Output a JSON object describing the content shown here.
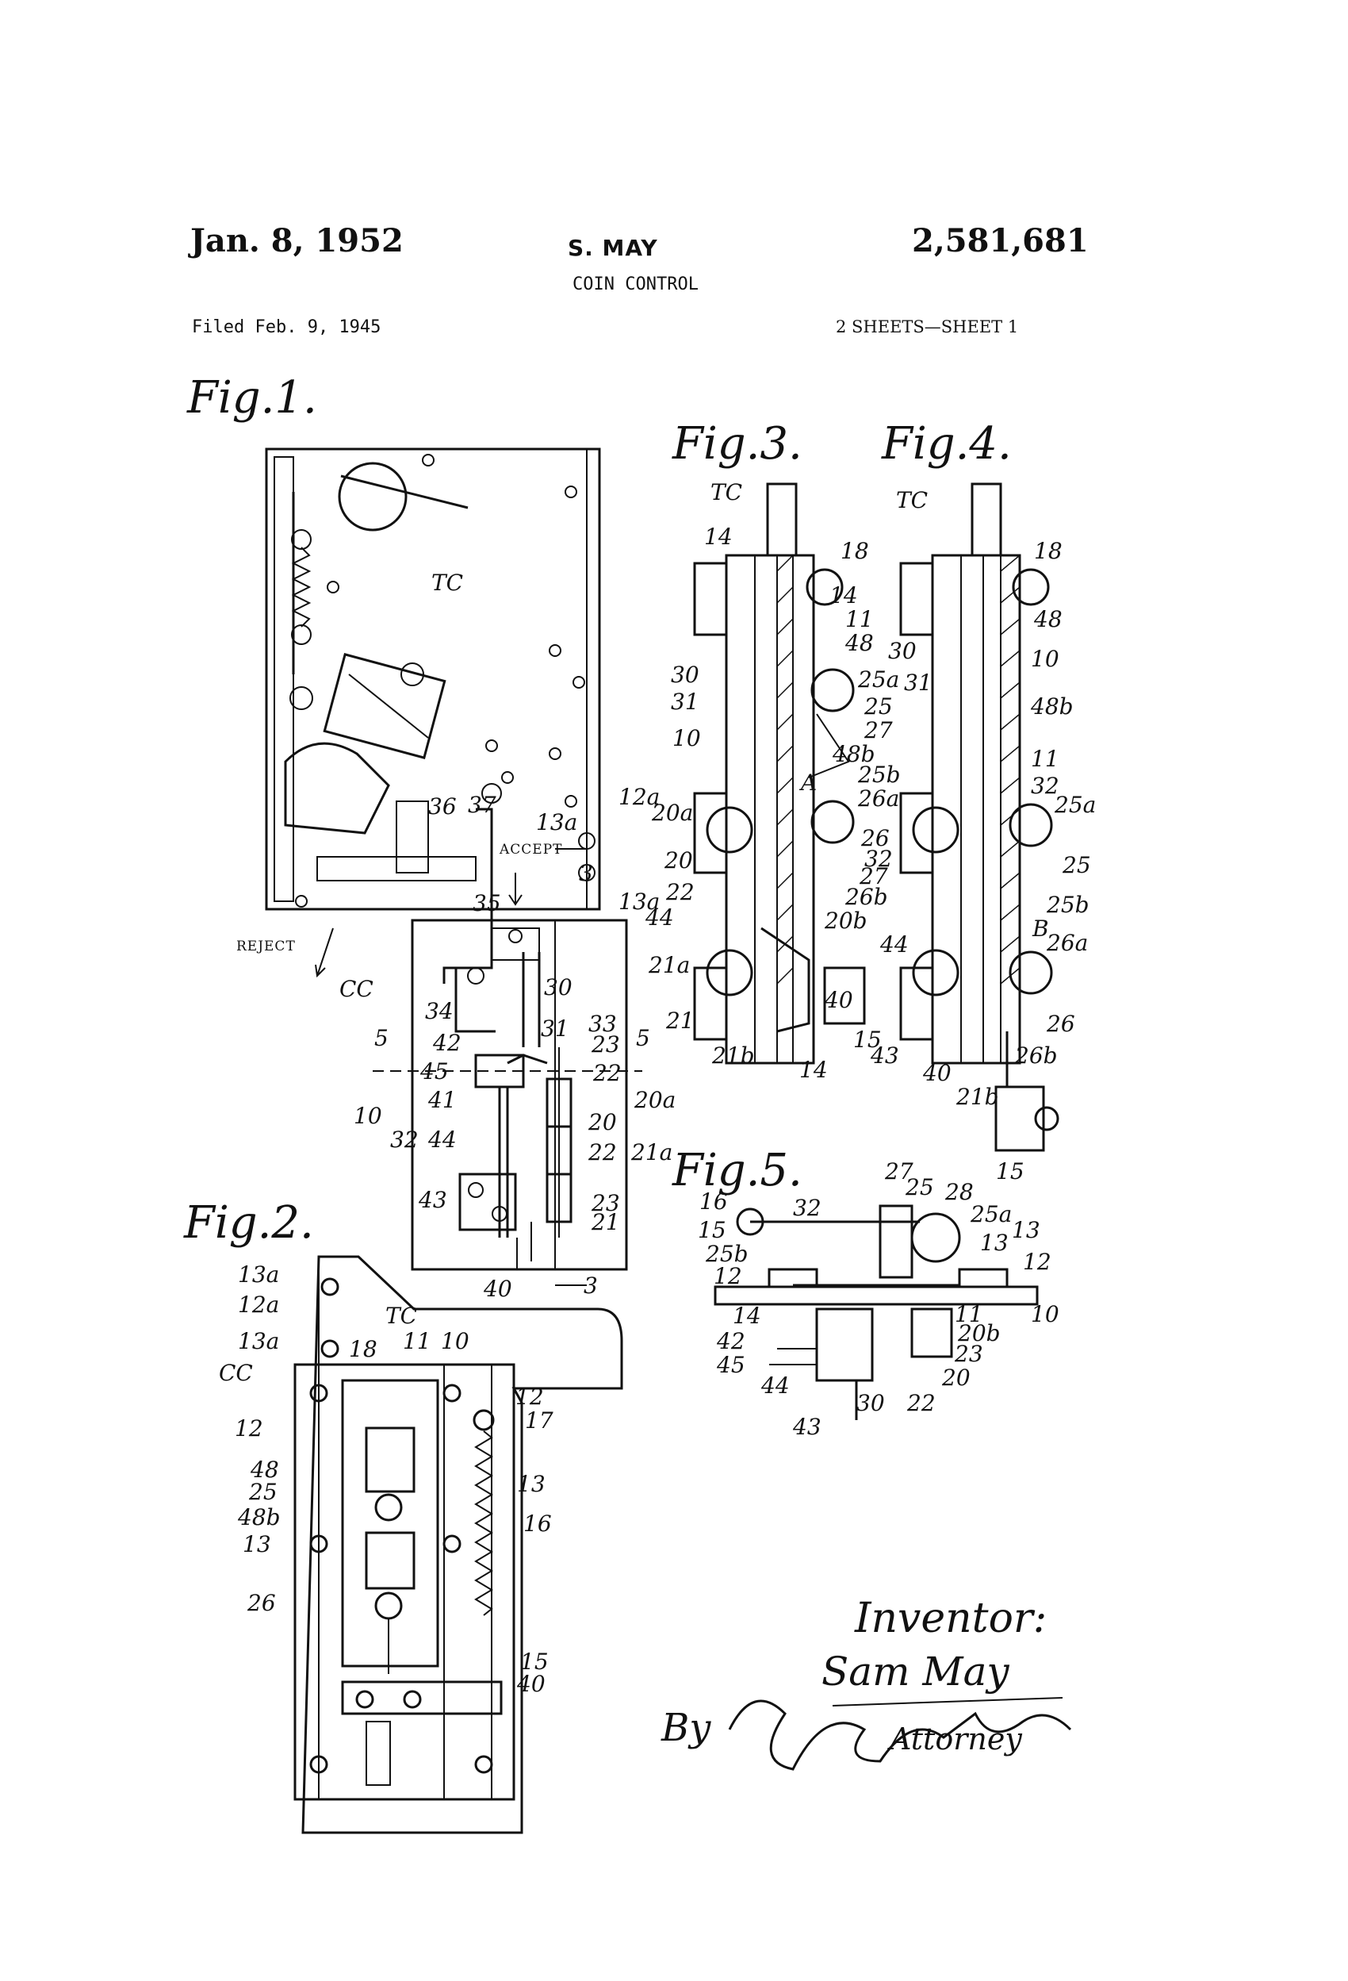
{
  "header": {
    "date": "Jan. 8, 1952",
    "author": "S. MAY",
    "patent_number": "2,581,681",
    "title": "COIN CONTROL",
    "filed": "Filed Feb. 9, 1945",
    "sheets": "2 SHEETS—SHEET 1"
  },
  "figures": {
    "fig1": {
      "caption": "Fig.1.",
      "labels": [
        "TC",
        "36",
        "37",
        "12a",
        "13a",
        "ACCEPT",
        "3",
        "13a",
        "35",
        "REJECT",
        "CC",
        "30",
        "34",
        "31",
        "33",
        "23",
        "5",
        "5",
        "42",
        "45",
        "22",
        "20a",
        "10",
        "41",
        "20",
        "32",
        "44",
        "22",
        "21a",
        "43",
        "23",
        "21",
        "40",
        "3"
      ]
    },
    "fig2": {
      "caption": "Fig.2.",
      "labels": [
        "13a",
        "12a",
        "13a",
        "TC",
        "11",
        "10",
        "CC",
        "18",
        "12",
        "12",
        "17",
        "48",
        "13",
        "25",
        "48b",
        "16",
        "13",
        "26",
        "15",
        "40"
      ]
    },
    "fig3": {
      "caption": "Fig.3.",
      "labels": [
        "TC",
        "14",
        "18",
        "14",
        "11",
        "48",
        "30",
        "25a",
        "31",
        "25",
        "10",
        "27",
        "48b",
        "A",
        "25b",
        "26a",
        "20a",
        "26",
        "20",
        "32",
        "27",
        "22",
        "26b",
        "44",
        "20b",
        "21a",
        "40",
        "21",
        "15",
        "21b",
        "14"
      ]
    },
    "fig4": {
      "caption": "Fig.4.",
      "labels": [
        "TC",
        "18",
        "48",
        "30",
        "10",
        "31",
        "48b",
        "11",
        "32",
        "25a",
        "25",
        "25b",
        "B",
        "44",
        "26a",
        "43",
        "26",
        "40",
        "26b",
        "21b",
        "15"
      ]
    },
    "fig5": {
      "caption": "Fig.5.",
      "labels": [
        "27",
        "25",
        "28",
        "16",
        "32",
        "25a",
        "15",
        "13",
        "25b",
        "13",
        "12",
        "12",
        "14",
        "11",
        "10",
        "42",
        "20b",
        "45",
        "23",
        "44",
        "20",
        "43",
        "30",
        "22"
      ]
    }
  },
  "signature": {
    "inventor_caption": "Inventor:",
    "inventor_name": "Sam May",
    "by": "By",
    "attorney_caption": "Attorney"
  }
}
